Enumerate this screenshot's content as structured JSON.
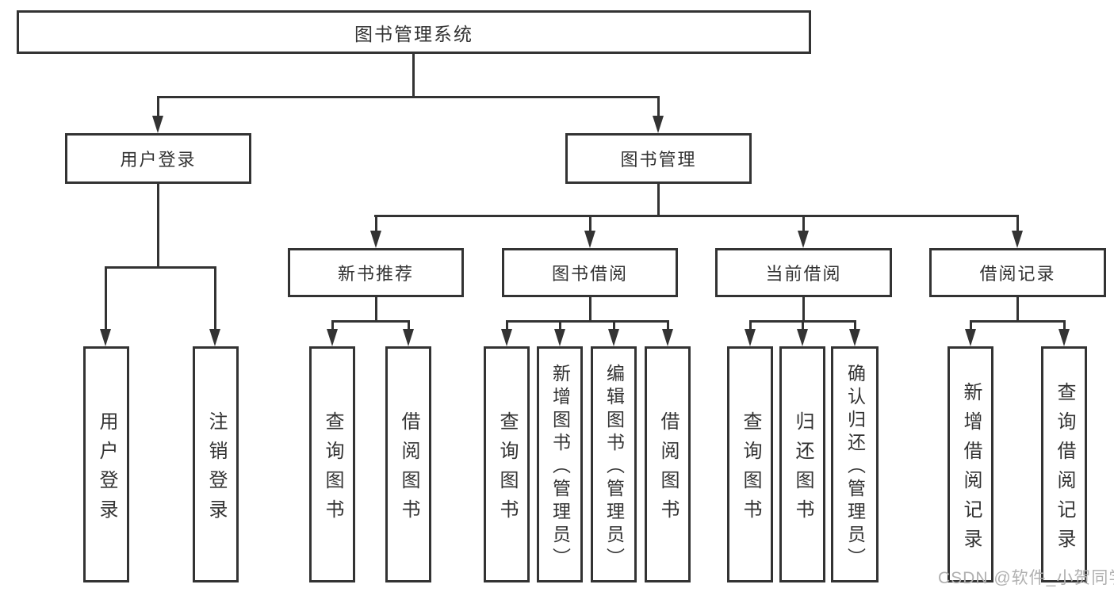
{
  "tree": {
    "root": {
      "label": "图书管理系统"
    },
    "branches": [
      {
        "label": "用户登录",
        "children": [
          {
            "label": "用户登录"
          },
          {
            "label": "注销登录"
          }
        ]
      },
      {
        "label": "图书管理",
        "children": [
          {
            "label": "新书推荐",
            "children": [
              {
                "label": "查询图书"
              },
              {
                "label": "借阅图书"
              }
            ]
          },
          {
            "label": "图书借阅",
            "children": [
              {
                "label": "查询图书"
              },
              {
                "label": "新增图书（管理员）"
              },
              {
                "label": "编辑图书（管理员）"
              },
              {
                "label": "借阅图书"
              }
            ]
          },
          {
            "label": "当前借阅",
            "children": [
              {
                "label": "查询图书"
              },
              {
                "label": "归还图书"
              },
              {
                "label": "确认归还（管理员）"
              }
            ]
          },
          {
            "label": "借阅记录",
            "children": [
              {
                "label": "新增借阅记录"
              },
              {
                "label": "查询借阅记录"
              }
            ]
          }
        ]
      }
    ]
  },
  "watermark": {
    "text": "CSDN @软件_小贺同学"
  },
  "colors": {
    "line": "#333333",
    "text": "#333333",
    "watermark": "#b0b0b0",
    "background": "#ffffff"
  }
}
